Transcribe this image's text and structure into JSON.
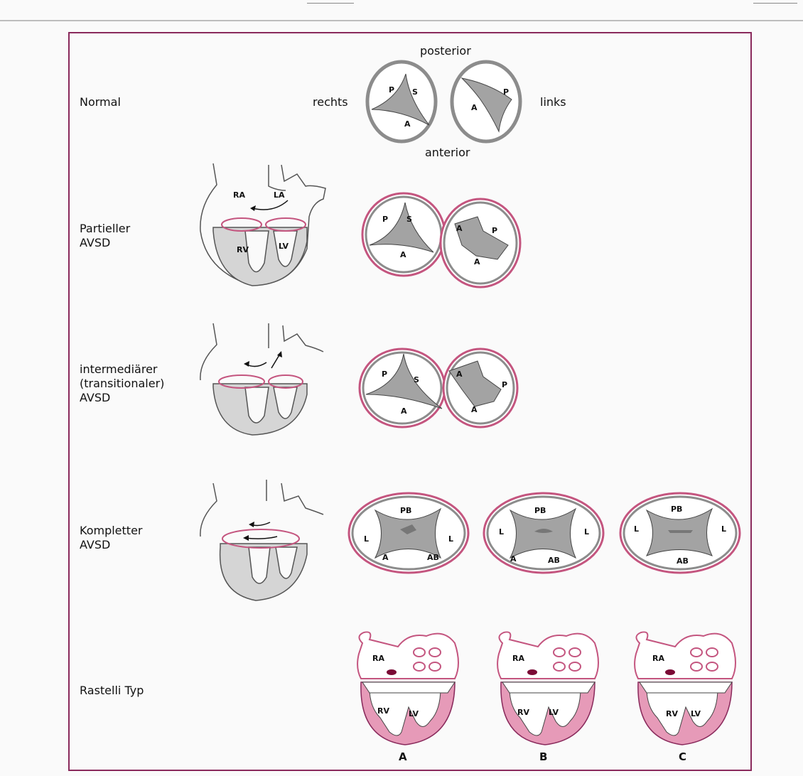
{
  "rows": {
    "normal": "Normal",
    "partial": "Partieller\nAVSD",
    "intermediate": "intermediärer\n(transitionaler)\nAVSD",
    "complete": "Kompletter\nAVSD",
    "rastelli": "Rastelli  Typ"
  },
  "orientation": {
    "posterior": "posterior",
    "anterior": "anterior",
    "right": "rechts",
    "left": "links"
  },
  "leaflets": {
    "P": "P",
    "S": "S",
    "A": "A",
    "PB": "PB",
    "AB": "AB",
    "L": "L"
  },
  "chambers": {
    "RA": "RA",
    "LA": "LA",
    "RV": "RV",
    "LV": "LV"
  },
  "rastelli_types": [
    "A",
    "B",
    "C"
  ],
  "colors": {
    "frame": "#8a2a5c",
    "valve_ring": "#c4557f",
    "ring_gray": "#8c8c8c",
    "leaflet_gray": "#a3a3a3",
    "pink_fill": "#e69ab8",
    "dot": "#7a0a35"
  }
}
